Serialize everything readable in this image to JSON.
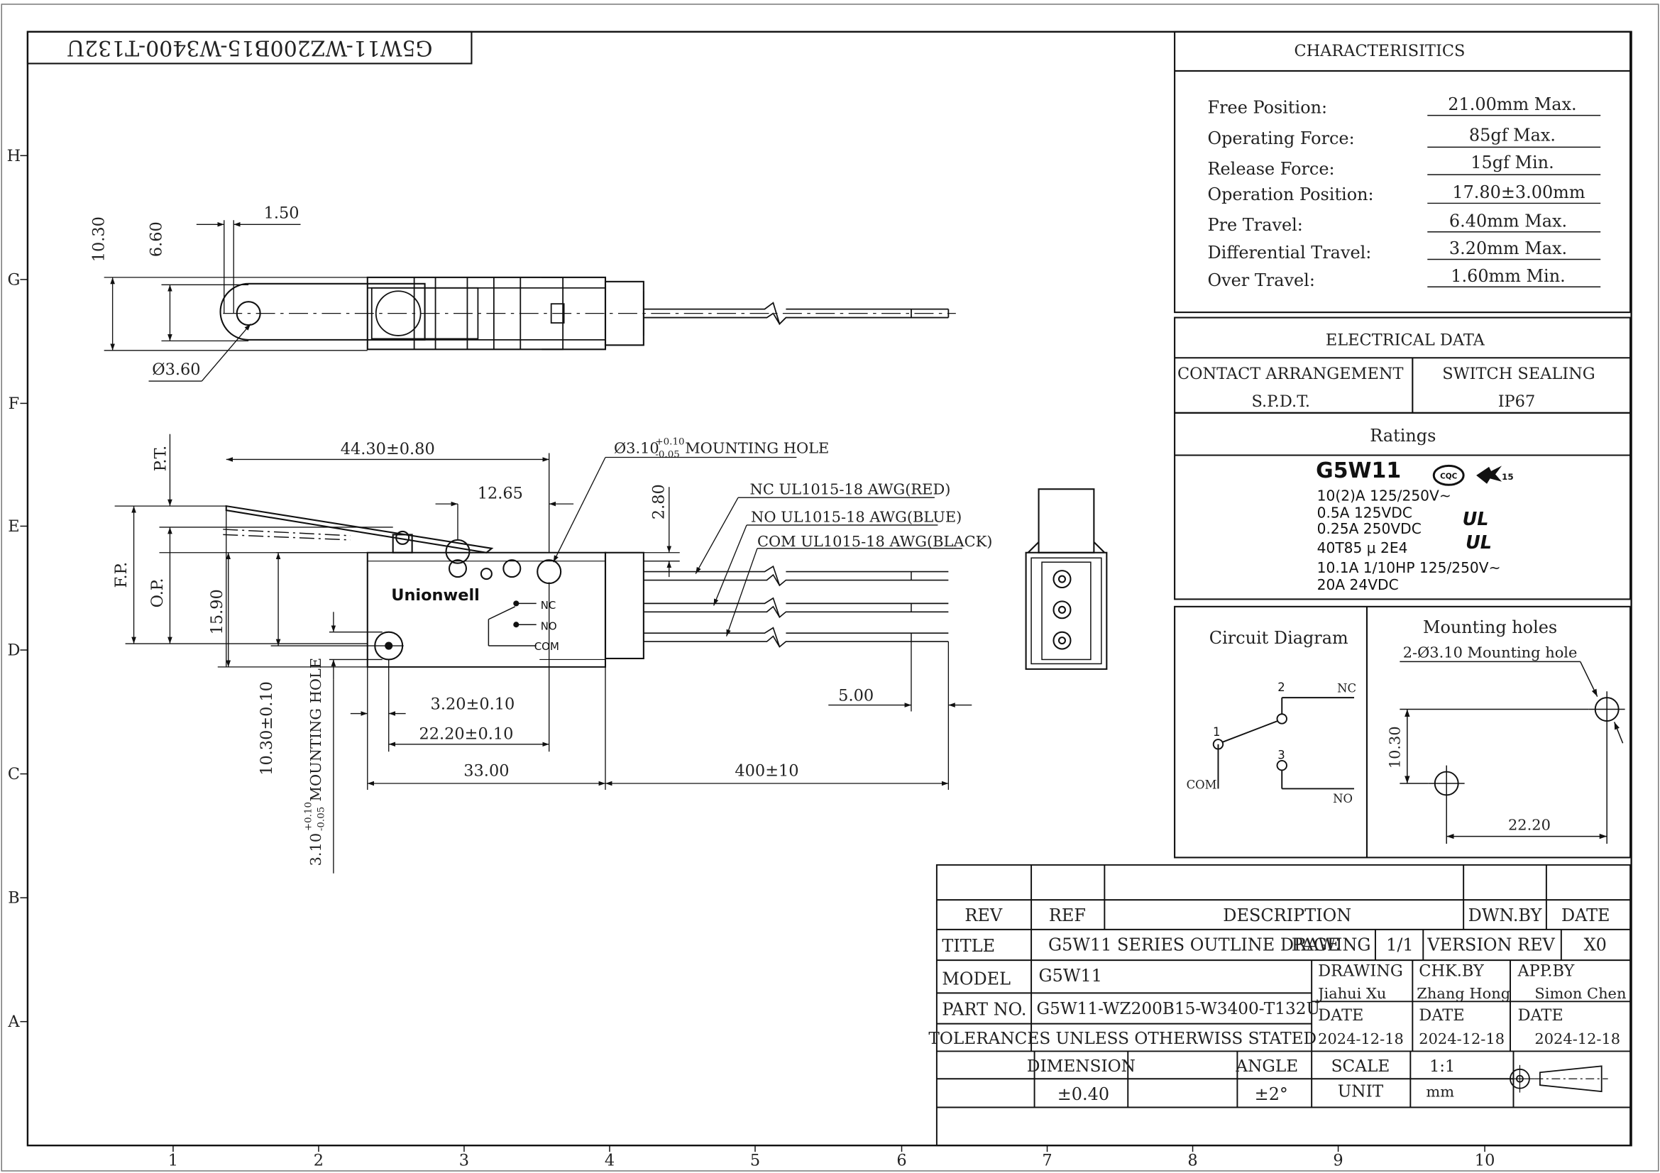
{
  "part_number_flipped": "G5W11-WZ200B15-W3400-T132U",
  "row_labels": [
    "H",
    "G",
    "F",
    "E",
    "D",
    "C",
    "B",
    "A"
  ],
  "col_labels": [
    "1",
    "2",
    "3",
    "4",
    "5",
    "6",
    "7",
    "8",
    "9",
    "10"
  ],
  "characteristics": {
    "title": "CHARACTERISITICS",
    "rows": [
      {
        "label": "Free Position:",
        "value": "21.00mm Max."
      },
      {
        "label": "Operating Force:",
        "value": "85gf Max."
      },
      {
        "label": "Release Force:",
        "value": "15gf Min."
      },
      {
        "label": "Operation Position:",
        "value": "17.80±3.00mm"
      },
      {
        "label": "Pre Travel:",
        "value": "6.40mm Max."
      },
      {
        "label": "Differential Travel:",
        "value": "3.20mm Max."
      },
      {
        "label": "Over Travel:",
        "value": "1.60mm Min."
      }
    ]
  },
  "electrical": {
    "title": "ELECTRICAL DATA",
    "contact_label": "CONTACT ARRANGEMENT",
    "contact_value": "S.P.D.T.",
    "sealing_label": "SWITCH SEALING",
    "sealing_value": "IP67"
  },
  "ratings": {
    "title": "Ratings",
    "model": "G5W11",
    "cert_cqc": "CQC",
    "cert_ul": "UL",
    "lines": [
      "10(2)A 125/250V~",
      "0.5A 125VDC",
      "0.25A 250VDC",
      "40T85 μ 2E4",
      "10.1A 1/10HP 125/250V~",
      "20A 24VDC"
    ]
  },
  "circuit": {
    "title": "Circuit Diagram",
    "pin1": "1",
    "pin2": "2",
    "pin3": "3",
    "com": "COM",
    "nc": "NC",
    "no": "NO"
  },
  "mounting": {
    "title": "Mounting holes",
    "note": "2-Ø3.10 Mounting hole",
    "dim_v": "10.30",
    "dim_h": "22.20"
  },
  "top_view": {
    "dim_1030": "10.30",
    "dim_660": "6.60",
    "dim_150": "1.50",
    "dim_dia360": "Ø3.60"
  },
  "front_view": {
    "brand": "Unionwell",
    "pt": "P.T.",
    "fp": "F.P.",
    "op": "O.P.",
    "dim_4430": "44.30±0.80",
    "dim_1265": "12.65",
    "dim_1590": "15.90",
    "dim_280": "2.80",
    "mount_hole_main": "Ø3.10",
    "mount_hole_tol_up": "+0.10",
    "mount_hole_tol_dn": "-0.05",
    "mount_hole_tail": "MOUNTING HOLE",
    "wire_nc": "NC UL1015-18 AWG(RED)",
    "wire_no": "NO UL1015-18 AWG(BLUE)",
    "wire_com": "COM UL1015-18 AWG(BLACK)",
    "term_nc": "NC",
    "term_no": "NO",
    "term_com": "COM",
    "dim_320": "3.20±0.10",
    "dim_2220": "22.20±0.10",
    "dim_3300": "33.00",
    "dim_400": "400±10",
    "dim_500": "5.00",
    "dim_1030v": "10.30±0.10",
    "hole_left_main": "3.10",
    "hole_left_tol_up": "+0.10",
    "hole_left_tol_dn": "-0.05",
    "hole_left_tail": "MOUNTING HOLE"
  },
  "title_block": {
    "rev": "REV",
    "ref": "REF",
    "description": "DESCRIPTION",
    "dwn_by": "DWN.BY",
    "date": "DATE",
    "title_label": "TITLE",
    "title_value": "G5W11 SERIES OUTLINE DRAWING",
    "page_label": "PAGE",
    "page_value": "1/1",
    "version_label": "VERSION REV",
    "version_value": "X0",
    "model_label": "MODEL",
    "model_value": "G5W11",
    "part_label": "PART NO.",
    "part_value": "G5W11-WZ200B15-W3400-T132U",
    "drawing_label": "DRAWING",
    "drawing_value": "Jiahui Xu",
    "chk_label": "CHK.BY",
    "chk_value": "Zhang Hong",
    "app_label": "APP.BY",
    "app_value": "Simon Chen",
    "date_label": "DATE",
    "date_drawing": "2024-12-18",
    "date_chk": "2024-12-18",
    "date_app": "2024-12-18",
    "tolerances": "TOLERANCES UNLESS OTHERWISS STATED",
    "dimension_label": "DIMENSION",
    "dimension_value": "±0.40",
    "angle_label": "ANGLE",
    "angle_value": "±2°",
    "scale_label": "SCALE",
    "scale_value": "1:1",
    "unit_label": "UNIT",
    "unit_value": "mm"
  }
}
